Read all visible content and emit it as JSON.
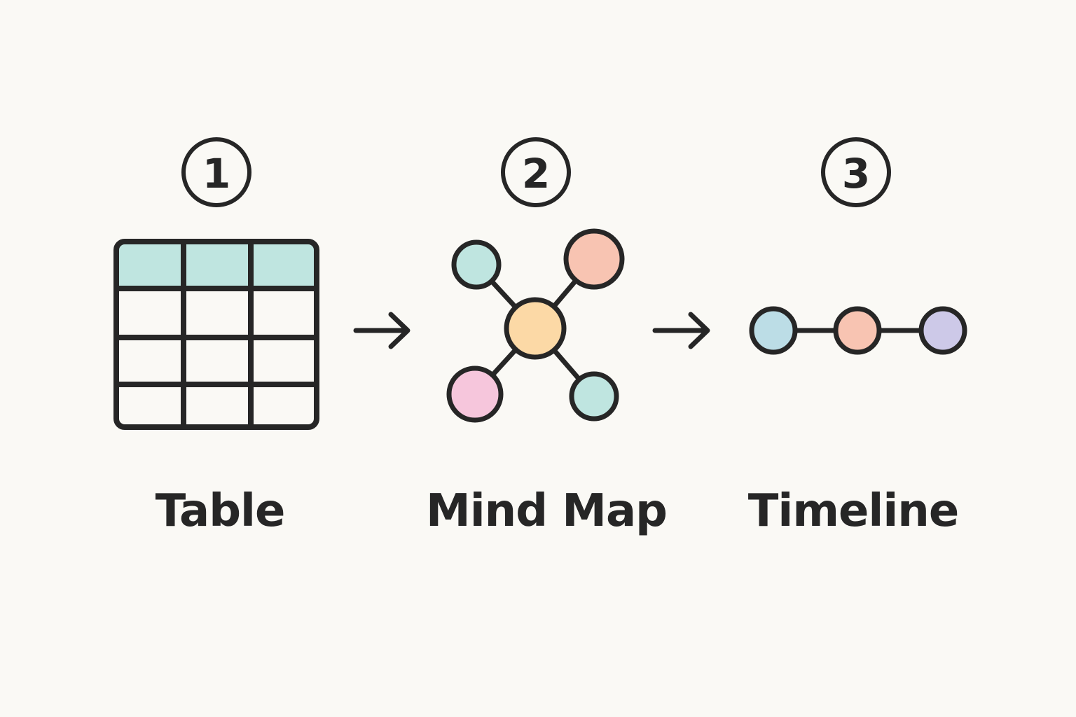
{
  "colors": {
    "background": "#faf9f5",
    "stroke": "#262626",
    "teal": "#bfe5e0",
    "coral": "#f8c4b2",
    "peach": "#fcd9a6",
    "pink": "#f6c6dc",
    "blue": "#bcdde6",
    "lavender": "#cdc9e8"
  },
  "steps": [
    {
      "number": "1",
      "label": "Table",
      "icon": "table-icon"
    },
    {
      "number": "2",
      "label": "Mind Map",
      "icon": "mind-map-icon"
    },
    {
      "number": "3",
      "label": "Timeline",
      "icon": "timeline-icon"
    }
  ],
  "connectors": [
    "arrow-right-icon",
    "arrow-right-icon"
  ]
}
